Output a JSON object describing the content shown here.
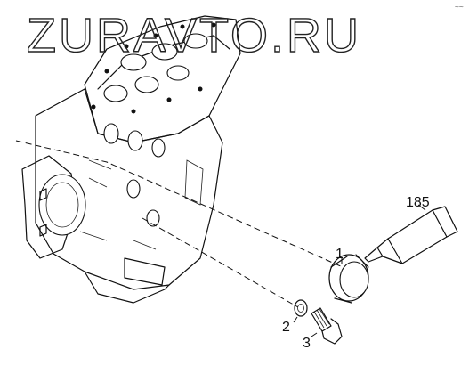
{
  "watermark": {
    "text": "ZURAVTO.RU"
  },
  "corner_mark": {
    "text": "~~"
  },
  "parts": [
    {
      "label": "185",
      "name": "sealant tube"
    },
    {
      "label": "1",
      "name": "seal ring"
    },
    {
      "label": "2",
      "name": "washer"
    },
    {
      "label": "3",
      "name": "plug"
    }
  ]
}
